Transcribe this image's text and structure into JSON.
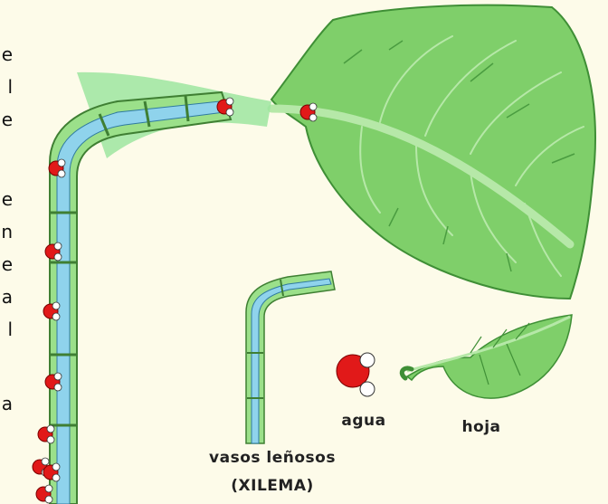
{
  "edge_text": [
    "e",
    "l",
    "e",
    "e",
    "n",
    "e",
    "a",
    "l",
    "a"
  ],
  "labels": {
    "agua": "agua",
    "hoja": "hoja",
    "vasos": "vasos leñosos",
    "xilema": "(XILEMA)"
  },
  "colors": {
    "background": "#fdfbe9",
    "leaf": "#7fcf6a",
    "leaf_dark": "#4f9e45",
    "vessel_fill": "#8fd3ec",
    "vessel_wall": "#9be08a",
    "oxygen": "#e11919",
    "hydrogen": "#ffffff"
  },
  "icons": [
    "water-molecule-icon",
    "leaf-icon",
    "xylem-vessel-icon"
  ]
}
